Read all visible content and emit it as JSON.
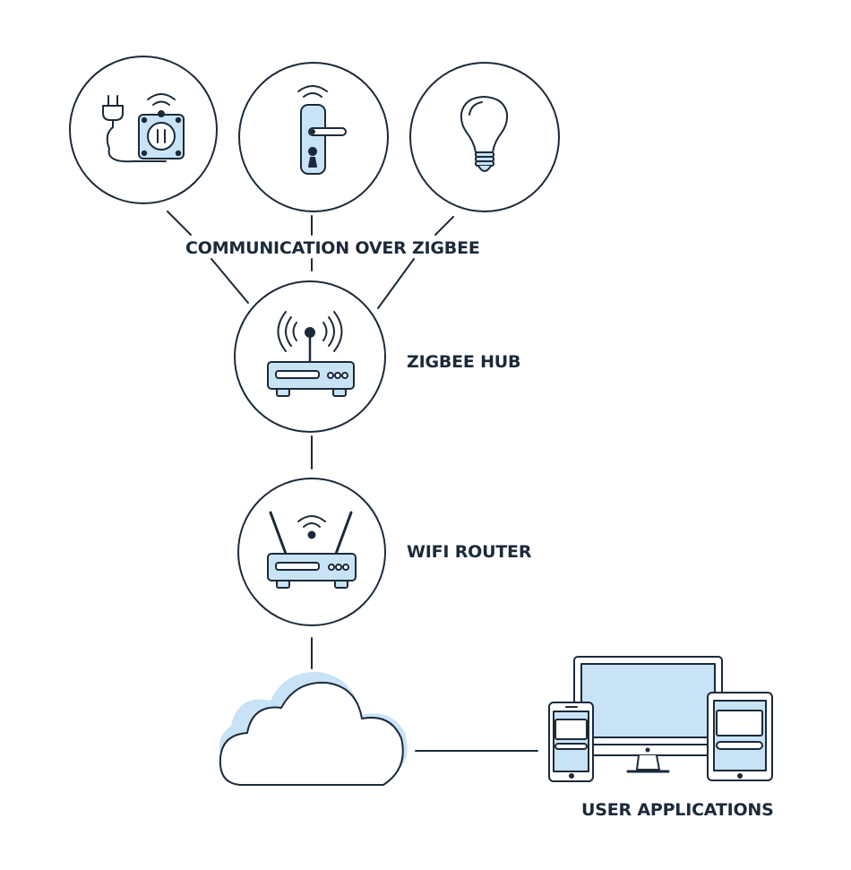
{
  "labels": {
    "communication": "COMMUNICATION OVER ZIGBEE",
    "zigbee_hub": "ZIGBEE HUB",
    "wifi_router": "WIFI ROUTER",
    "user_applications": "USER APPLICATIONS"
  },
  "colors": {
    "stroke": "#1b2a3a",
    "fill": "#c8e3f5",
    "cloud_shadow": "#c8e3f5",
    "background": "#ffffff"
  },
  "icons": [
    "smart-plug-icon",
    "door-lock-icon",
    "light-bulb-icon",
    "zigbee-hub-icon",
    "wifi-router-icon",
    "cloud-icon",
    "devices-icon"
  ]
}
